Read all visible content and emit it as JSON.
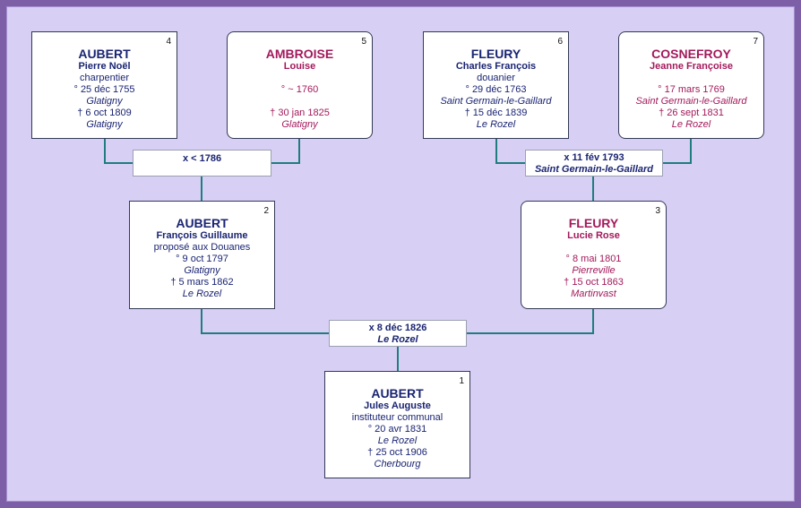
{
  "persons": {
    "p1": {
      "num": "1",
      "surname": "AUBERT",
      "given": "Jules Auguste",
      "occupation": "instituteur communal",
      "birth": "° 20 avr 1831",
      "birth_place": "Le Rozel",
      "death": "† 25 oct 1906",
      "death_place": "Cherbourg"
    },
    "p2": {
      "num": "2",
      "surname": "AUBERT",
      "given": "François Guillaume",
      "occupation": "proposé aux Douanes",
      "birth": "° 9 oct 1797",
      "birth_place": "Glatigny",
      "death": "† 5 mars 1862",
      "death_place": "Le Rozel"
    },
    "p3": {
      "num": "3",
      "surname": "FLEURY",
      "given": "Lucie Rose",
      "birth": "° 8 mai 1801",
      "birth_place": "Pierreville",
      "death": "† 15 oct 1863",
      "death_place": "Martinvast"
    },
    "p4": {
      "num": "4",
      "surname": "AUBERT",
      "given": "Pierre Noël",
      "occupation": "charpentier",
      "birth": "° 25 déc 1755",
      "birth_place": "Glatigny",
      "death": "† 6 oct 1809",
      "death_place": "Glatigny"
    },
    "p5": {
      "num": "5",
      "surname": "AMBROISE",
      "given": "Louise",
      "birth": "° ~ 1760",
      "death": "† 30 jan 1825",
      "death_place": "Glatigny"
    },
    "p6": {
      "num": "6",
      "surname": "FLEURY",
      "given": "Charles François",
      "occupation": "douanier",
      "birth": "° 29 déc 1763",
      "birth_place": "Saint Germain-le-Gaillard",
      "death": "† 15 déc 1839",
      "death_place": "Le Rozel"
    },
    "p7": {
      "num": "7",
      "surname": "COSNEFROY",
      "given": "Jeanne Françoise",
      "birth": "° 17 mars 1769",
      "birth_place": "Saint Germain-le-Gaillard",
      "death": "† 26 sept 1831",
      "death_place": "Le Rozel"
    }
  },
  "marriages": {
    "m45": {
      "date": "x < 1786"
    },
    "m67": {
      "date": "x 11 fév 1793",
      "place": "Saint Germain-le-Gaillard"
    },
    "m23": {
      "date": "x 8 déc 1826",
      "place": "Le Rozel"
    }
  },
  "colors": {
    "male": "#1a2472",
    "female": "#a3195b",
    "connector": "#1f7d80",
    "background": "#d8cff5",
    "frame": "#7d5fa8"
  }
}
